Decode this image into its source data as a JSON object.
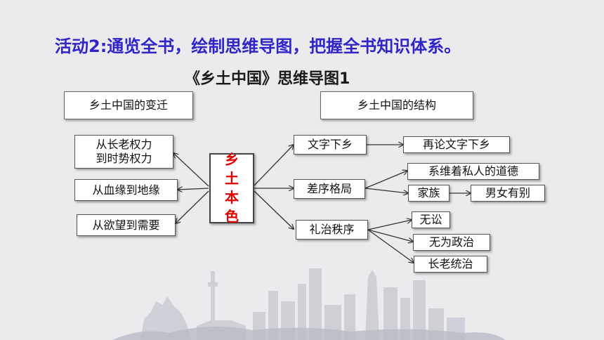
{
  "title": "活动2:通览全书，绘制思维导图，把握全书知识体系。",
  "subtitle": "《乡土中国》思维导图1",
  "headers": {
    "left": "乡土中国的变迁",
    "right": "乡土中国的结构"
  },
  "center": [
    "乡",
    "土",
    "本",
    "色"
  ],
  "left_nodes": {
    "n1_line1": "从长老权力",
    "n1_line2": "到时势权力",
    "n2": "从血缘到地缘",
    "n3": "从欲望到需要"
  },
  "right_nodes": {
    "wenzi": "文字下乡",
    "zailun": "再论文字下乡",
    "chaxu": "差序格局",
    "xiwei": "系维着私人的道德",
    "jiazu": "家族",
    "nannv": "男女有别",
    "lizhi": "礼治秩序",
    "wusong": "无讼",
    "wuwei": "无为政治",
    "zhanglao": "长老统治"
  },
  "colors": {
    "title": "#2f25c8",
    "center_text": "#e00000",
    "background": "#ebebed"
  }
}
